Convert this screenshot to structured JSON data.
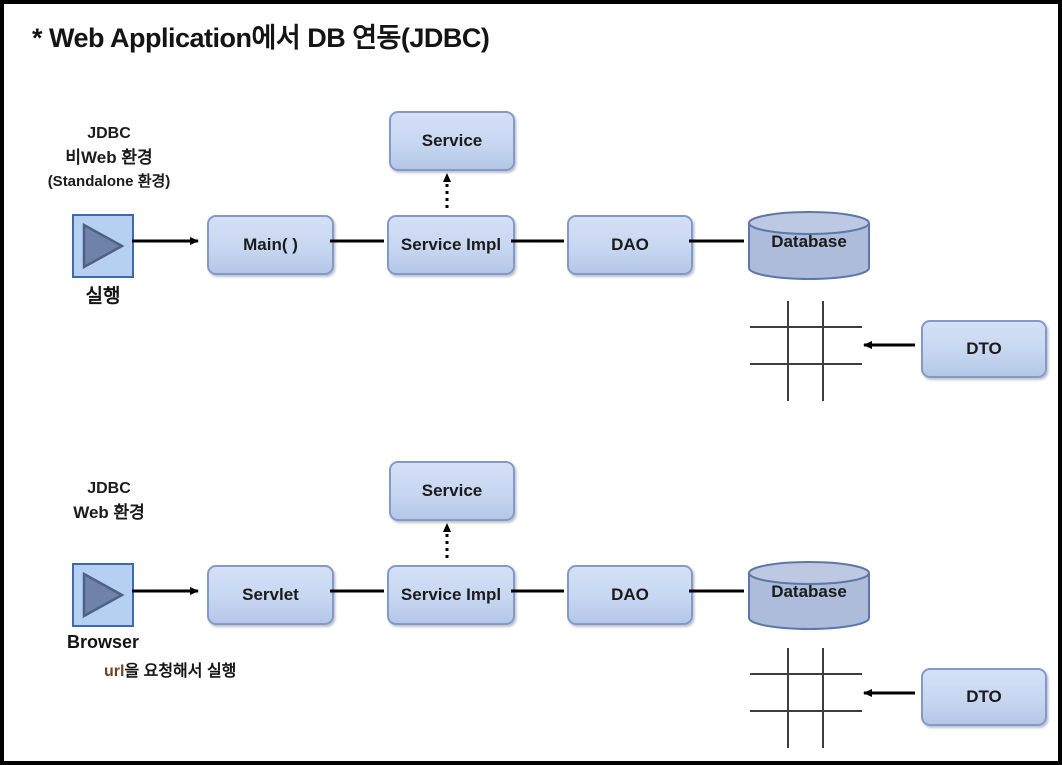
{
  "title": "* Web Application에서 DB 연동(JDBC)",
  "colors": {
    "node_fill": "#c9d7f0",
    "node_border": "#8399c9",
    "play_fill": "#b5d0f0",
    "play_border": "#3f68b0",
    "play_triangle": "#6f82a8",
    "cylinder_fill": "#adbcda",
    "cylinder_top": "#bdc9e2",
    "cylinder_border": "#5c77a8",
    "connector": "#000000",
    "grid_line": "#3d3d3d",
    "url_text": "#6b4226"
  },
  "icons": {
    "play": "play-icon",
    "table_grid": "table-grid-icon",
    "database": "database-cylinder-icon"
  },
  "standalone": {
    "caption": [
      "JDBC",
      "비Web 환경",
      "(Standalone 환경)"
    ],
    "run_label": "실행",
    "nodes": {
      "entry": "Main( )",
      "service": "Service",
      "service_impl": "Service Impl",
      "dao": "DAO",
      "database": "Database",
      "dto": "DTO"
    }
  },
  "web": {
    "caption": [
      "JDBC",
      "Web 환경"
    ],
    "run_label": "Browser",
    "run_note_prefix": "url",
    "run_note_rest": "을 요청해서 실행",
    "nodes": {
      "entry": "Servlet",
      "service": "Service",
      "service_impl": "Service Impl",
      "dao": "DAO",
      "database": "Database",
      "dto": "DTO"
    }
  }
}
